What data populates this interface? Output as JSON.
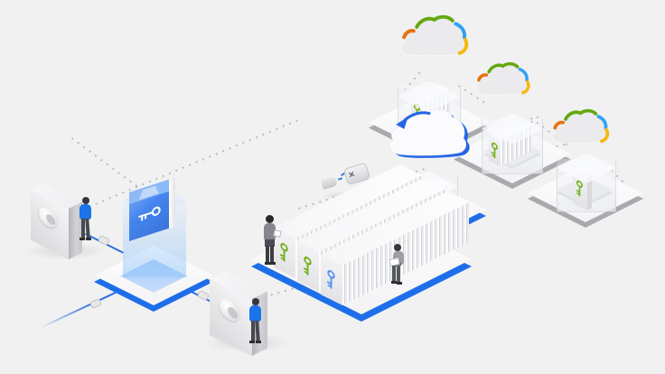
{
  "labels": {
    "scene": "isometric-cloud-key-management-illustration",
    "safe_left": "safe",
    "safe_front": "safe",
    "key_platform": "glowing-key-platform",
    "key_folder": "blue-folder-with-key",
    "server_racks": "on-premises-server-racks",
    "plug": "disconnected-plug",
    "cloud_platform_1": "cloud-platform-green-key-with-blue-cloud",
    "cloud_platform_2": "cloud-platform-green-key",
    "cloud_platform_3": "cloud-platform-blue-key",
    "cloud_platform_4": "cloud-platform-green-key",
    "cloud_1": "multicolor-cloud",
    "cloud_2": "multicolor-cloud",
    "cloud_3": "multicolor-cloud",
    "blue_cloud": "blue-outline-cloud-with-sync-arrow",
    "person_1": "person-blue-shirt-standing",
    "person_2": "person-blue-shirt-standing",
    "person_3": "person-standing-with-tablet",
    "person_4": "person-sitting-with-laptop"
  },
  "icons": {
    "rack_keys": [
      "green-key-icon",
      "green-key-icon",
      "blue-key-icon"
    ],
    "folder_key": "white-key-icon",
    "platform_keys": [
      "green-key-icon",
      "green-key-icon",
      "blue-key-icon",
      "green-key-icon"
    ]
  },
  "palette": {
    "background": "#f1f1f2",
    "accent_blue": "#1e6ee8",
    "connector_blue": "#2e6fe0",
    "key_green": "#74b01c",
    "key_blue": "#5694f2",
    "key_white": "#ffffff",
    "cloud_red": "#e8700e",
    "cloud_green": "#64a80e",
    "cloud_blue": "#31a0f6",
    "cloud_yellow": "#f7b80d",
    "blue_cloud_edge": "#2465e6",
    "platform_gray": "#a9a9ae"
  }
}
